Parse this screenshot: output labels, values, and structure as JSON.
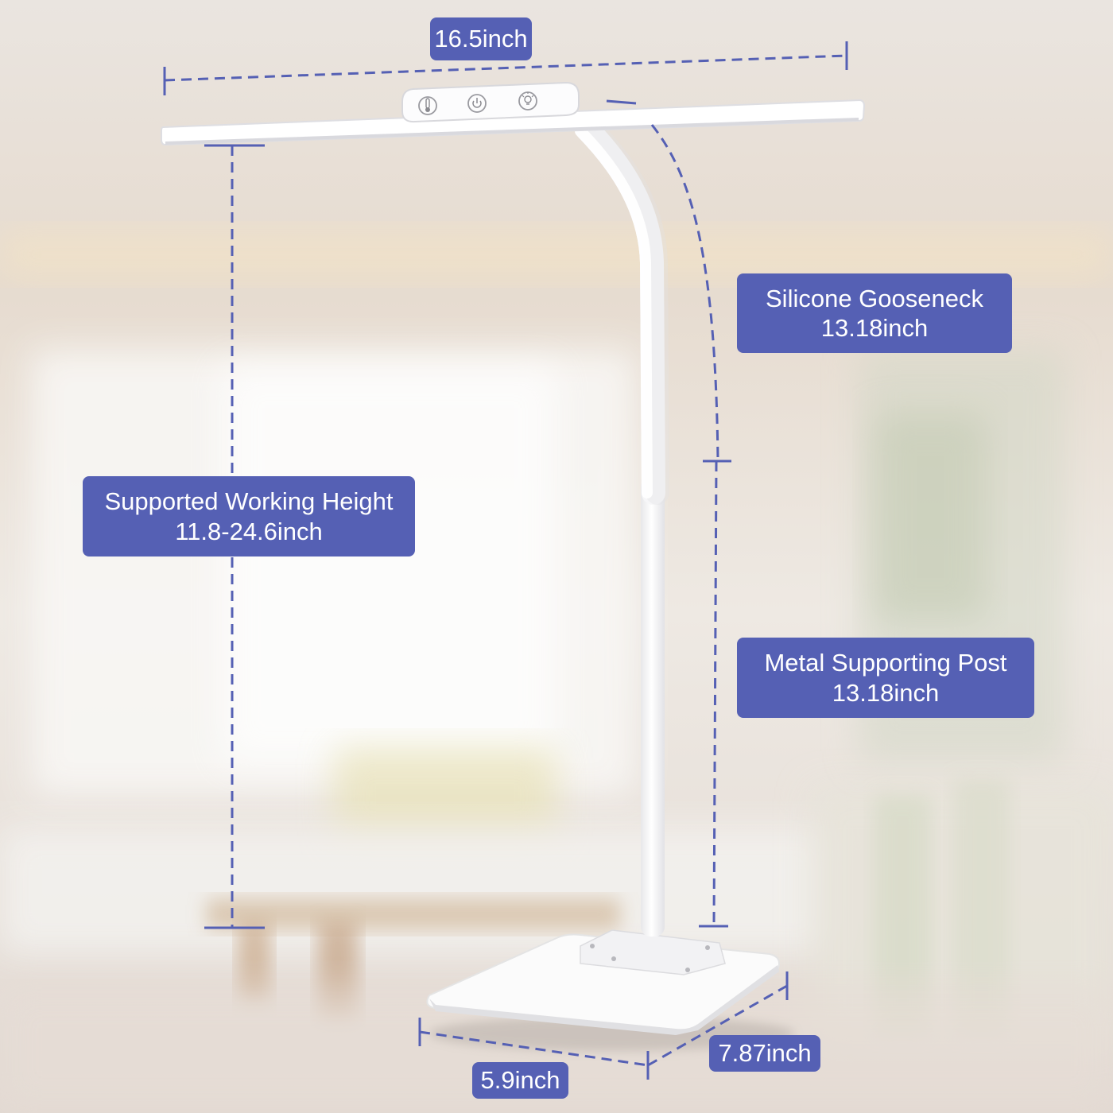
{
  "colors": {
    "accent": "#5560B4",
    "label_text": "#FFFFFF",
    "lamp_white": "#FAFAFA",
    "background_warm": "#E9DFD6"
  },
  "icons": [
    "thermometer-icon",
    "power-icon",
    "light-bulb-icon"
  ],
  "dimensions": {
    "lamp_bar_width": "16.5inch",
    "working_height_title": "Supported Working Height",
    "working_height_value": "11.8-24.6inch",
    "gooseneck_title": "Silicone Gooseneck",
    "gooseneck_value": "13.18inch",
    "post_title": "Metal Supporting Post",
    "post_value": "13.18inch",
    "base_depth": "7.87inch",
    "base_width": "5.9inch"
  }
}
